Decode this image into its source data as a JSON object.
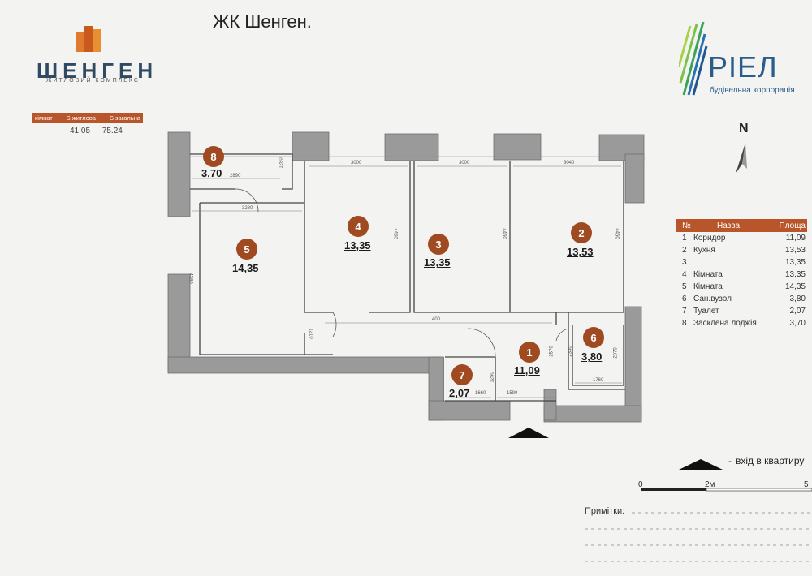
{
  "header": {
    "title": "ЖК Шенген."
  },
  "logo": {
    "name": "ШЕНГЕН",
    "subtitle": "ЖИТЛОВИЙ КОМПЛЕКС"
  },
  "developer": {
    "name": "РІЕЛ",
    "subtitle": "будівельна корпорація"
  },
  "compass": {
    "label": "N"
  },
  "summary": {
    "headers": [
      "кімнат",
      "S житлова",
      "S загальна"
    ],
    "values": [
      "41.05",
      "75.24"
    ]
  },
  "legend": {
    "headers": [
      "№",
      "Назва",
      "Площа"
    ],
    "rows": [
      {
        "num": "1",
        "name": "Коридор",
        "area": "11,09"
      },
      {
        "num": "2",
        "name": "Кухня",
        "area": "13,53"
      },
      {
        "num": "3",
        "name": "",
        "area": "13,35"
      },
      {
        "num": "4",
        "name": "Кімната",
        "area": "13,35"
      },
      {
        "num": "5",
        "name": "Кімната",
        "area": "14,35"
      },
      {
        "num": "6",
        "name": "Сан.вузол",
        "area": "3,80"
      },
      {
        "num": "7",
        "name": "Туалет",
        "area": "2,07"
      },
      {
        "num": "8",
        "name": "Засклена лоджія",
        "area": "3,70"
      }
    ]
  },
  "rooms": [
    {
      "num": "8",
      "area": "3,70"
    },
    {
      "num": "4",
      "area": "13,35"
    },
    {
      "num": "3",
      "area": "13,35"
    },
    {
      "num": "2",
      "area": "13,53"
    },
    {
      "num": "5",
      "area": "14,35"
    },
    {
      "num": "1",
      "area": "11,09"
    },
    {
      "num": "6",
      "area": "3,80"
    },
    {
      "num": "7",
      "area": "2,07"
    }
  ],
  "dimensions": {
    "d2890": "2890",
    "d1280": "1280",
    "d3000a": "3000",
    "d3000b": "3000",
    "d3040": "3040",
    "d3280": "3280",
    "d4450a": "4450",
    "d4450b": "4450",
    "d4450c": "4450",
    "d4380": "4380",
    "d400": "400",
    "d1210": "1210",
    "d2570": "2570",
    "d2330": "2330",
    "d2070": "2070",
    "d1760": "1760",
    "d1250": "1250",
    "d1660": "1660",
    "d1590": "1590"
  },
  "entrance": {
    "dash": "-",
    "label": "вхід в квартиру"
  },
  "scale": {
    "start": "0",
    "mid": "2м",
    "end": "5"
  },
  "notes": {
    "label": "Примітки:"
  },
  "colors": {
    "accent": "#b8552a",
    "room_badge": "#a04a22",
    "wall": "#9a9a9a",
    "brand_blue": "#2b5d8c"
  }
}
